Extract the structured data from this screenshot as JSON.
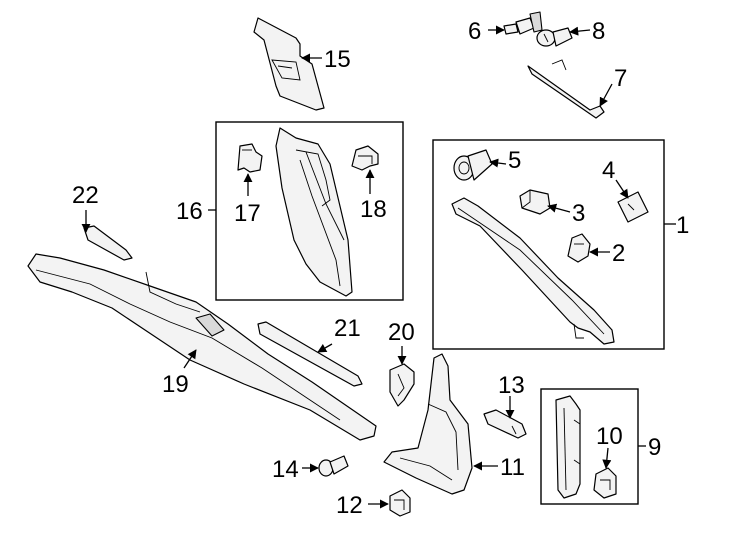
{
  "callouts": {
    "c1": "1",
    "c2": "2",
    "c3": "3",
    "c4": "4",
    "c5": "5",
    "c6": "6",
    "c7": "7",
    "c8": "8",
    "c9": "9",
    "c10": "10",
    "c11": "11",
    "c12": "12",
    "c13": "13",
    "c14": "14",
    "c15": "15",
    "c16": "16",
    "c17": "17",
    "c18": "18",
    "c19": "19",
    "c20": "20",
    "c21": "21",
    "c22": "22"
  }
}
